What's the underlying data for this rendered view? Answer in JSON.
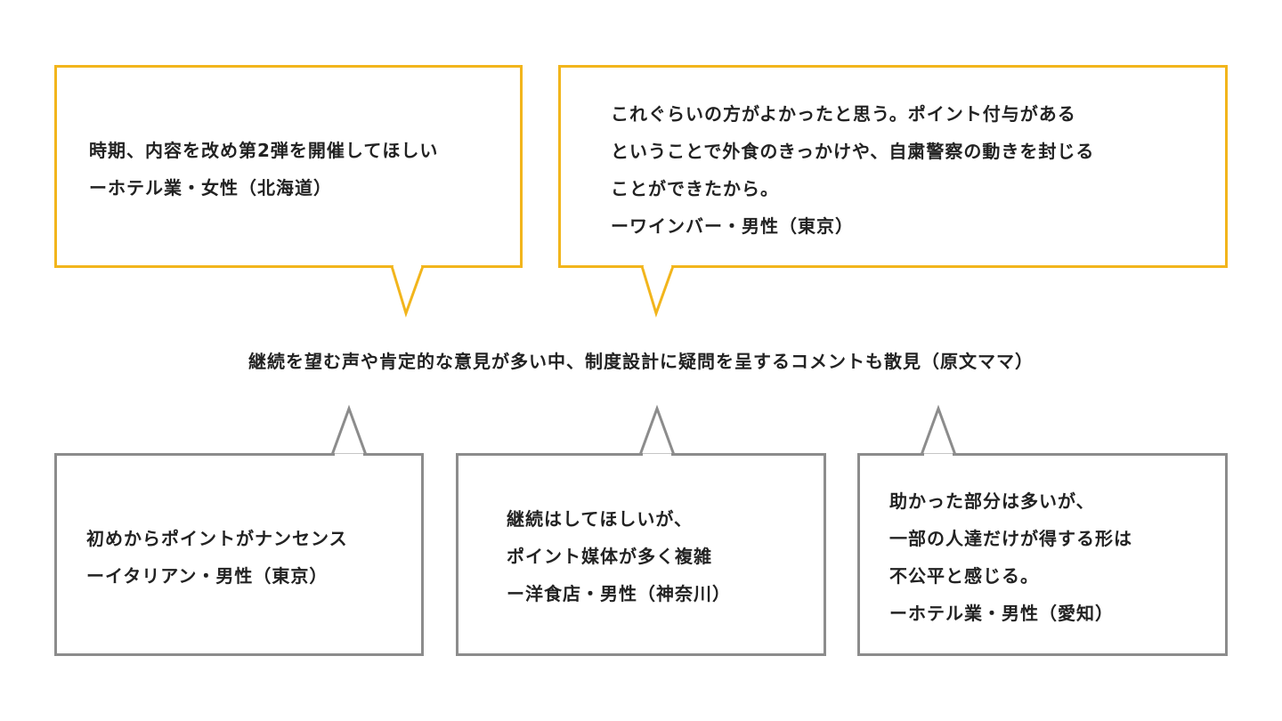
{
  "colors": {
    "top_border": "#f2b51c",
    "bottom_border": "#8c8c8c",
    "text": "#222222"
  },
  "top_quotes": [
    {
      "lines": [
        "時期、内容を改め第2弾を開催してほしい",
        "ーホテル業・女性（北海道）"
      ]
    },
    {
      "lines": [
        "これぐらいの方がよかったと思う。ポイント付与がある",
        "ということで外食のきっかけや、自粛警察の動きを封じる",
        "ことができたから。",
        "ーワインバー・男性（東京）"
      ]
    }
  ],
  "center_caption": "継続を望む声や肯定的な意見が多い中、制度設計に疑問を呈するコメントも散見（原文ママ）",
  "bottom_quotes": [
    {
      "lines": [
        "初めからポイントがナンセンス",
        "ーイタリアン・男性（東京）"
      ]
    },
    {
      "lines": [
        "継続はしてほしいが、",
        "ポイント媒体が多く複雑",
        "ー洋食店・男性（神奈川）"
      ]
    },
    {
      "lines": [
        "助かった部分は多いが、",
        "一部の人達だけが得する形は",
        "不公平と感じる。",
        "ーホテル業・男性（愛知）"
      ]
    }
  ]
}
